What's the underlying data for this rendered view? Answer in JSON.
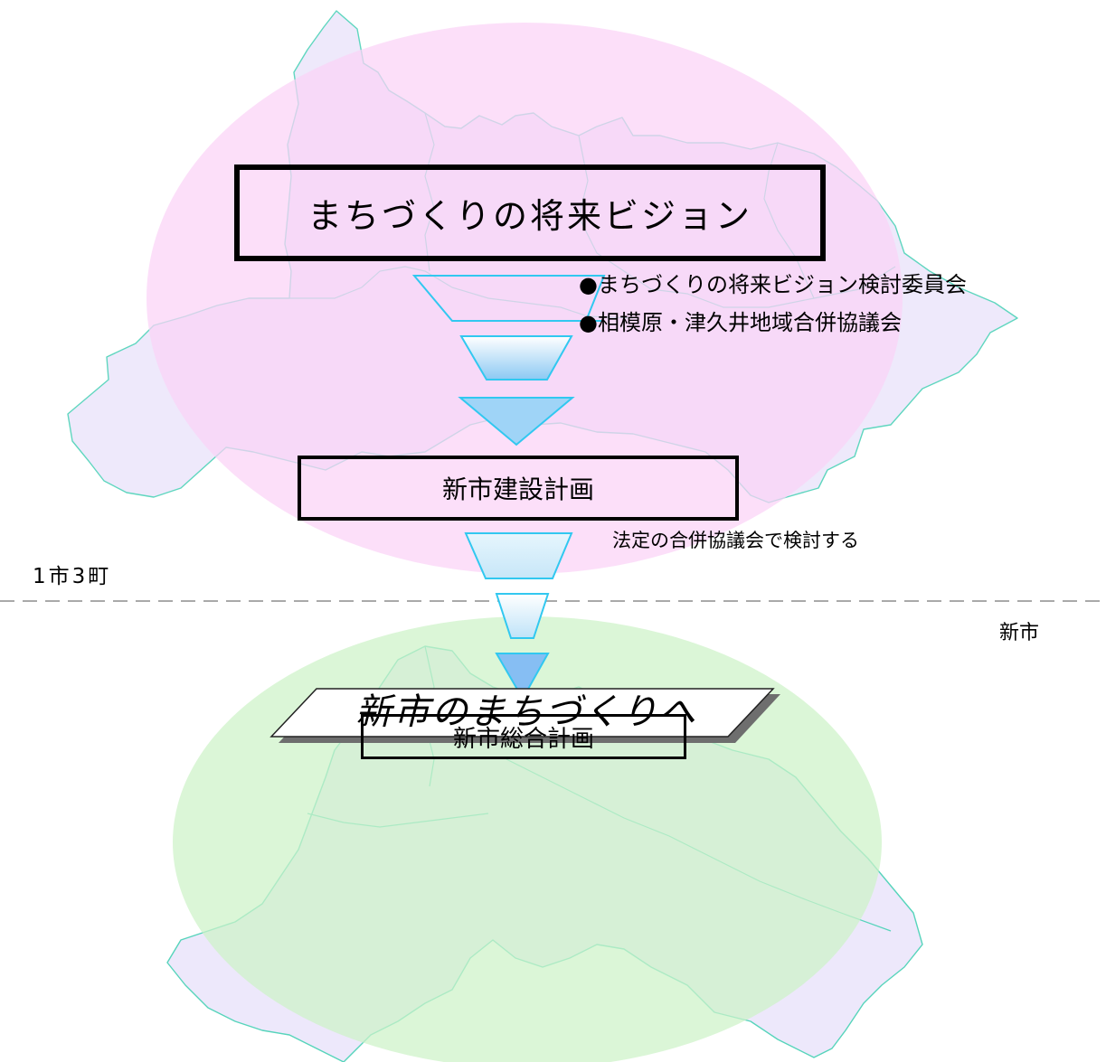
{
  "vision_box": {
    "title": "まちづくりの将来ビジョン"
  },
  "bodies": {
    "item1": "●まちづくりの将来ビジョン検討委員会",
    "item2": "●相模原・津久井地域合併協議会"
  },
  "construction_plan": {
    "title": "新市建設計画"
  },
  "legal_note": "法定の合併協議会で検討する",
  "divider": {
    "left_label": "1市3町",
    "right_label": "新市"
  },
  "comprehensive_plan": {
    "title": "新市総合計画"
  },
  "banner": {
    "text": "新市のまちづくりへ"
  },
  "colors": {
    "upper_ellipse": "#fbd3f7",
    "lower_ellipse": "#cdf3c7",
    "funnel_stroke": "#31c8f0",
    "funnel_fill": "#9fd4f7",
    "funnel_fill_deep": "#86bef3",
    "map_stroke": "#44d0b4",
    "map_fill": "#ece6fb",
    "divider": "#a9a9a9"
  }
}
